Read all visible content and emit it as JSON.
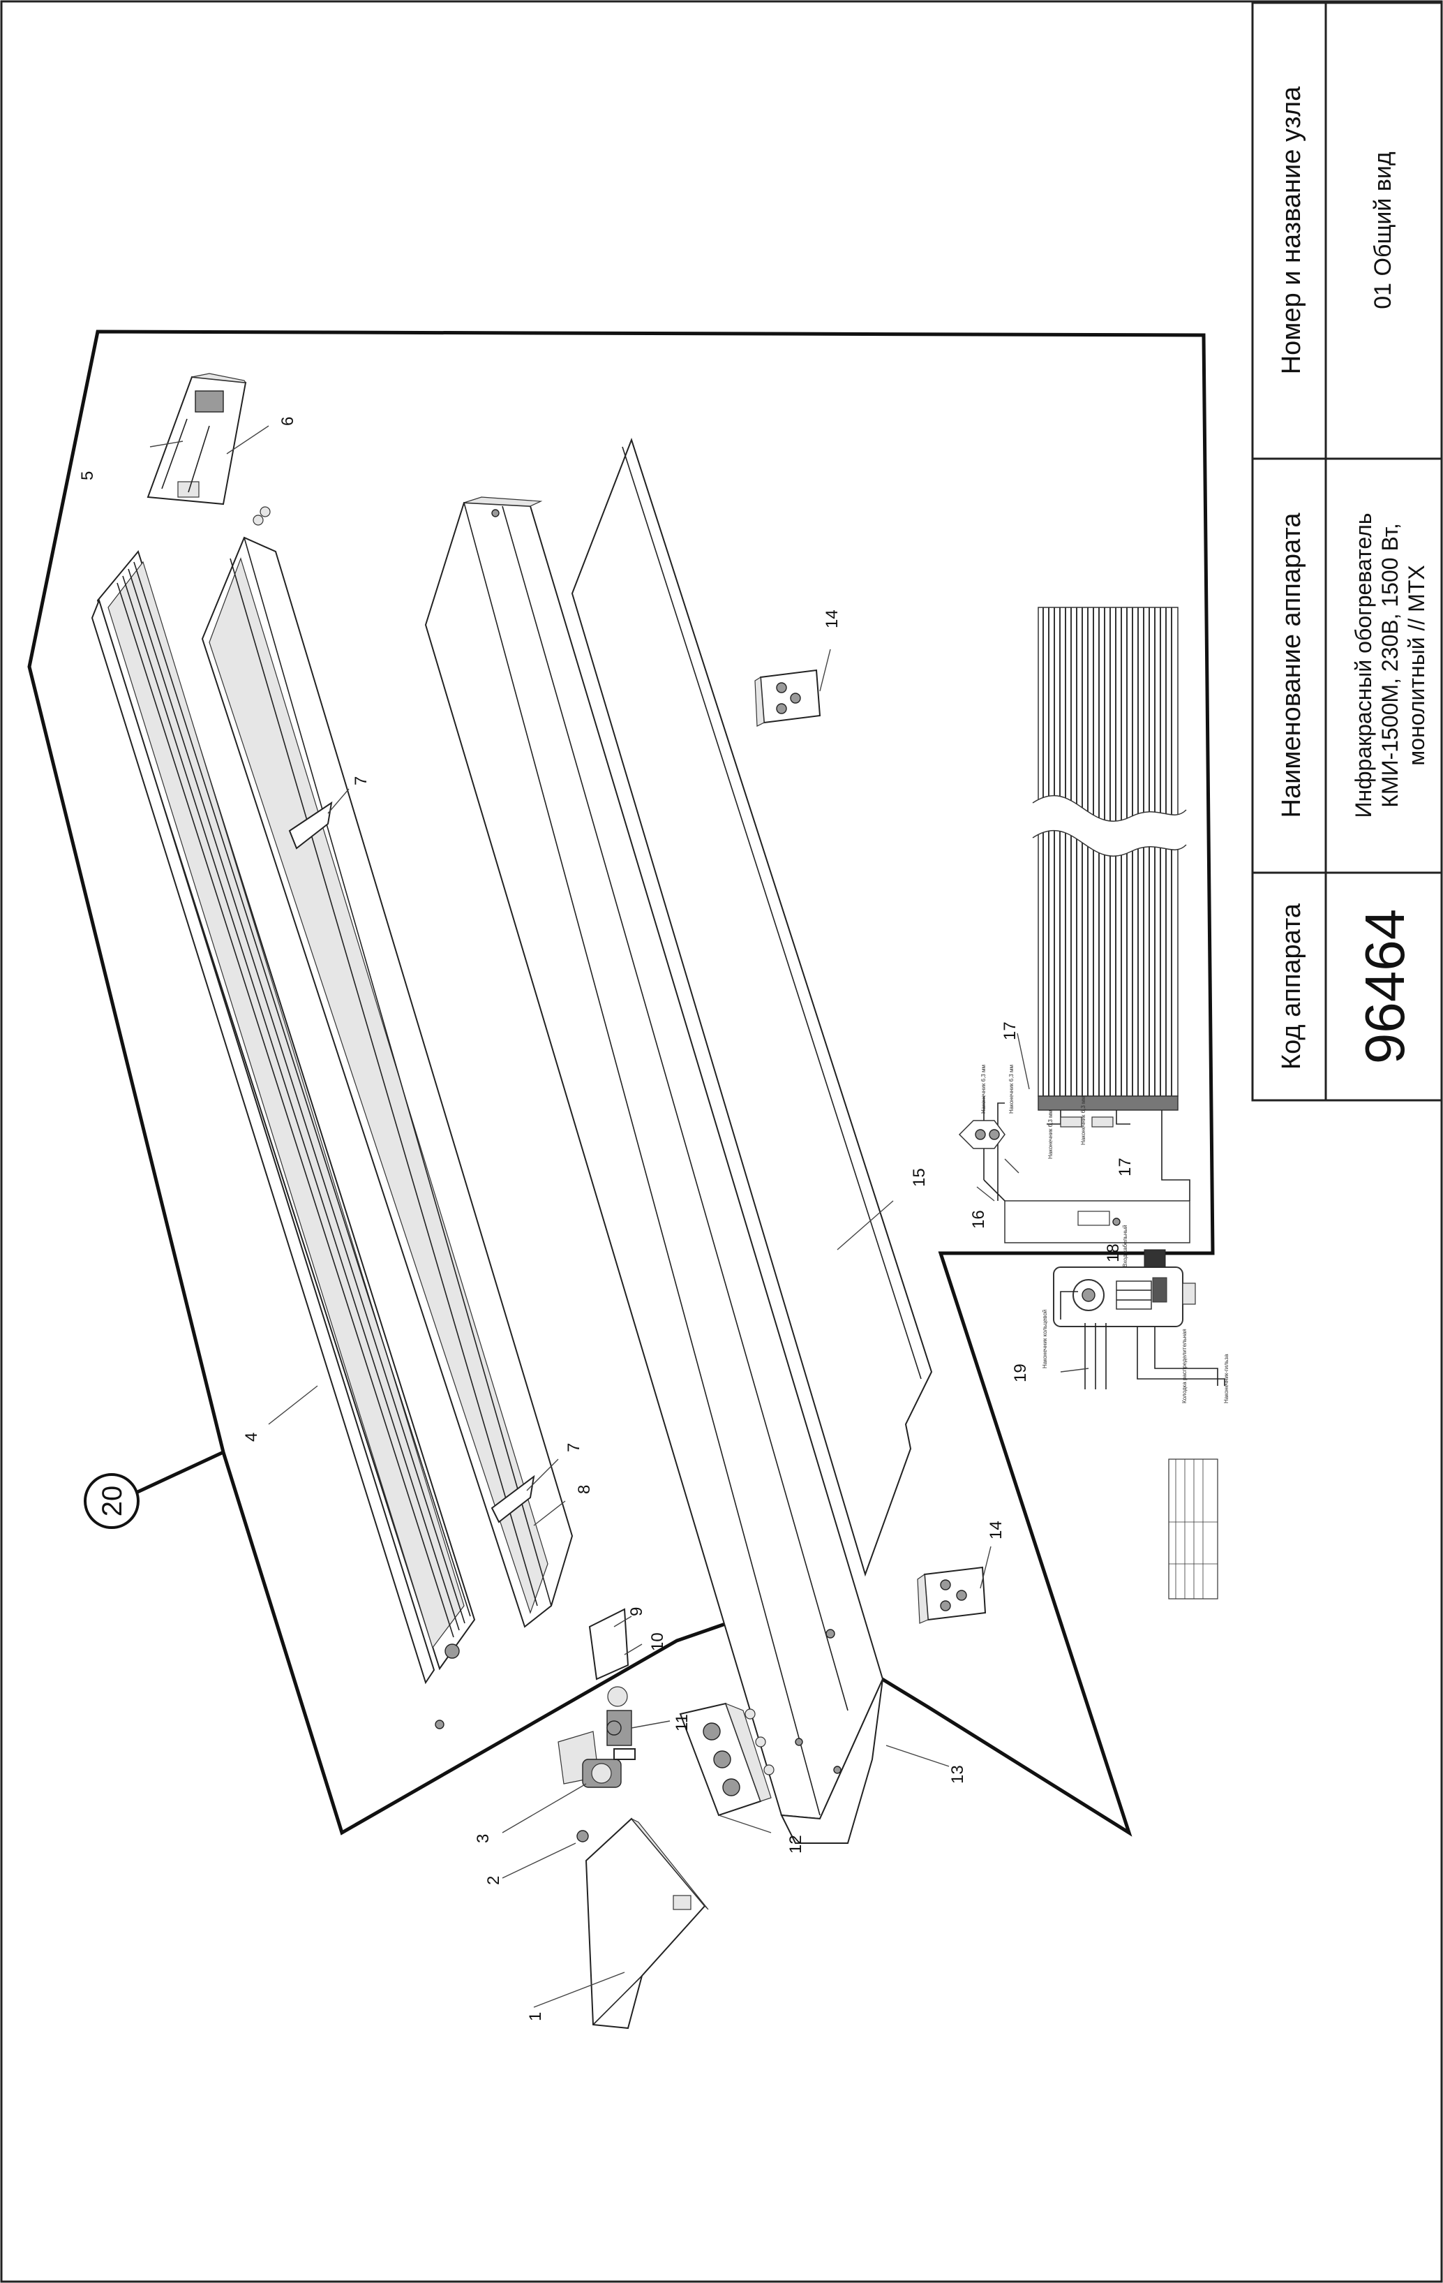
{
  "title_block": {
    "code_header": "Код аппарата",
    "code_value": "96464",
    "name_header": "Наименование аппарата",
    "name_line1": "Инфракрасный обогреватель",
    "name_line2": "КМИ-1500М, 230В, 1500 Вт,",
    "name_line3": "монолитный // МТХ",
    "node_header": "Номер и название узла",
    "node_value": "01 Общий вид"
  },
  "group_marker": "20",
  "callouts": {
    "c1": "1",
    "c2": "2",
    "c3": "3",
    "c4": "4",
    "c5": "5",
    "c6": "6",
    "c7a": "7",
    "c7b": "7",
    "c8": "8",
    "c9": "9",
    "c10": "10",
    "c11": "11",
    "c12": "12",
    "c13": "13",
    "c14a": "14",
    "c14b": "14",
    "c15": "15",
    "c16": "16",
    "c17a": "17",
    "c17b": "17",
    "c18": "18",
    "c19": "19"
  },
  "wiring_labels": {
    "w1": "Наконечник 6,3 мм",
    "w2": "Наконечник 6,3 мм",
    "w3": "Наконечник 6,3 мм",
    "w4": "Наконечник 6,3 мм",
    "w5": "Наконечник кольцевой",
    "w6": "Вход кабельный",
    "w7": "Колодка распределительная",
    "w8": "Наконечник-гильза"
  }
}
